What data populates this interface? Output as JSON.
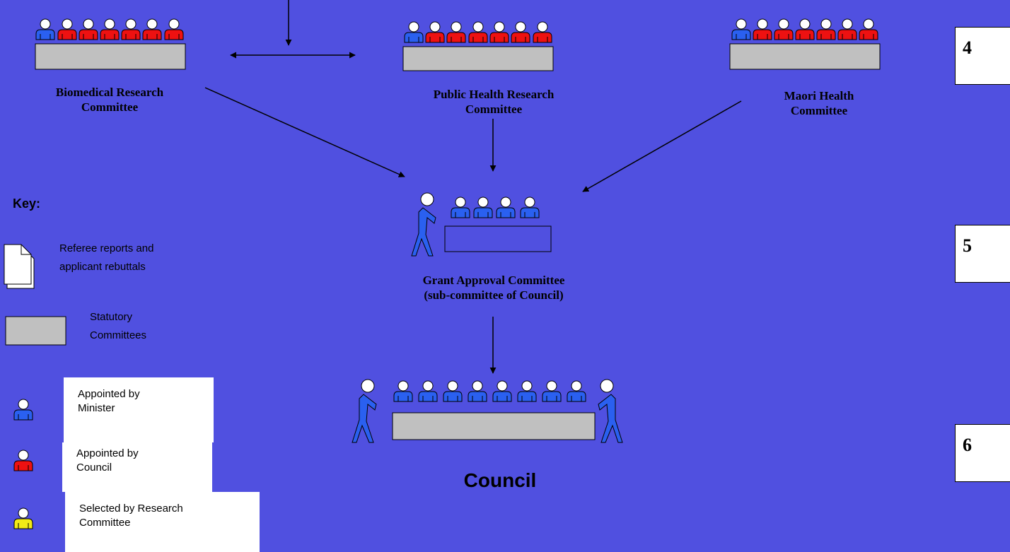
{
  "committees": {
    "biomedical": {
      "line1": "Biomedical Research",
      "line2": "Committee"
    },
    "public_health": {
      "line1": "Public Health Research",
      "line2": "Committee"
    },
    "maori": {
      "line1": "Maori Health",
      "line2": "Committee"
    }
  },
  "grant_approval": {
    "line1": "Grant Approval Committee",
    "line2": "(sub-committee of Council)"
  },
  "council": {
    "label": "Council"
  },
  "key": {
    "heading": "Key:",
    "referee": {
      "line1": "Referee reports and",
      "line2": "applicant rebuttals"
    },
    "statutory": {
      "line1": "Statutory",
      "line2": "Committees"
    },
    "minister": {
      "line1": "Appointed by",
      "line2": "Minister"
    },
    "council_app": {
      "line1": "Appointed by",
      "line2": "Council"
    },
    "research": {
      "line1": "Selected by Research",
      "line2": "Committee"
    }
  },
  "stages": [
    "4",
    "5",
    "6"
  ],
  "colors": {
    "background": "#5050e0",
    "minister": "#2a60f0",
    "council": "#ee1111",
    "research": "#f2ea16",
    "table": "#c0c0c0"
  }
}
